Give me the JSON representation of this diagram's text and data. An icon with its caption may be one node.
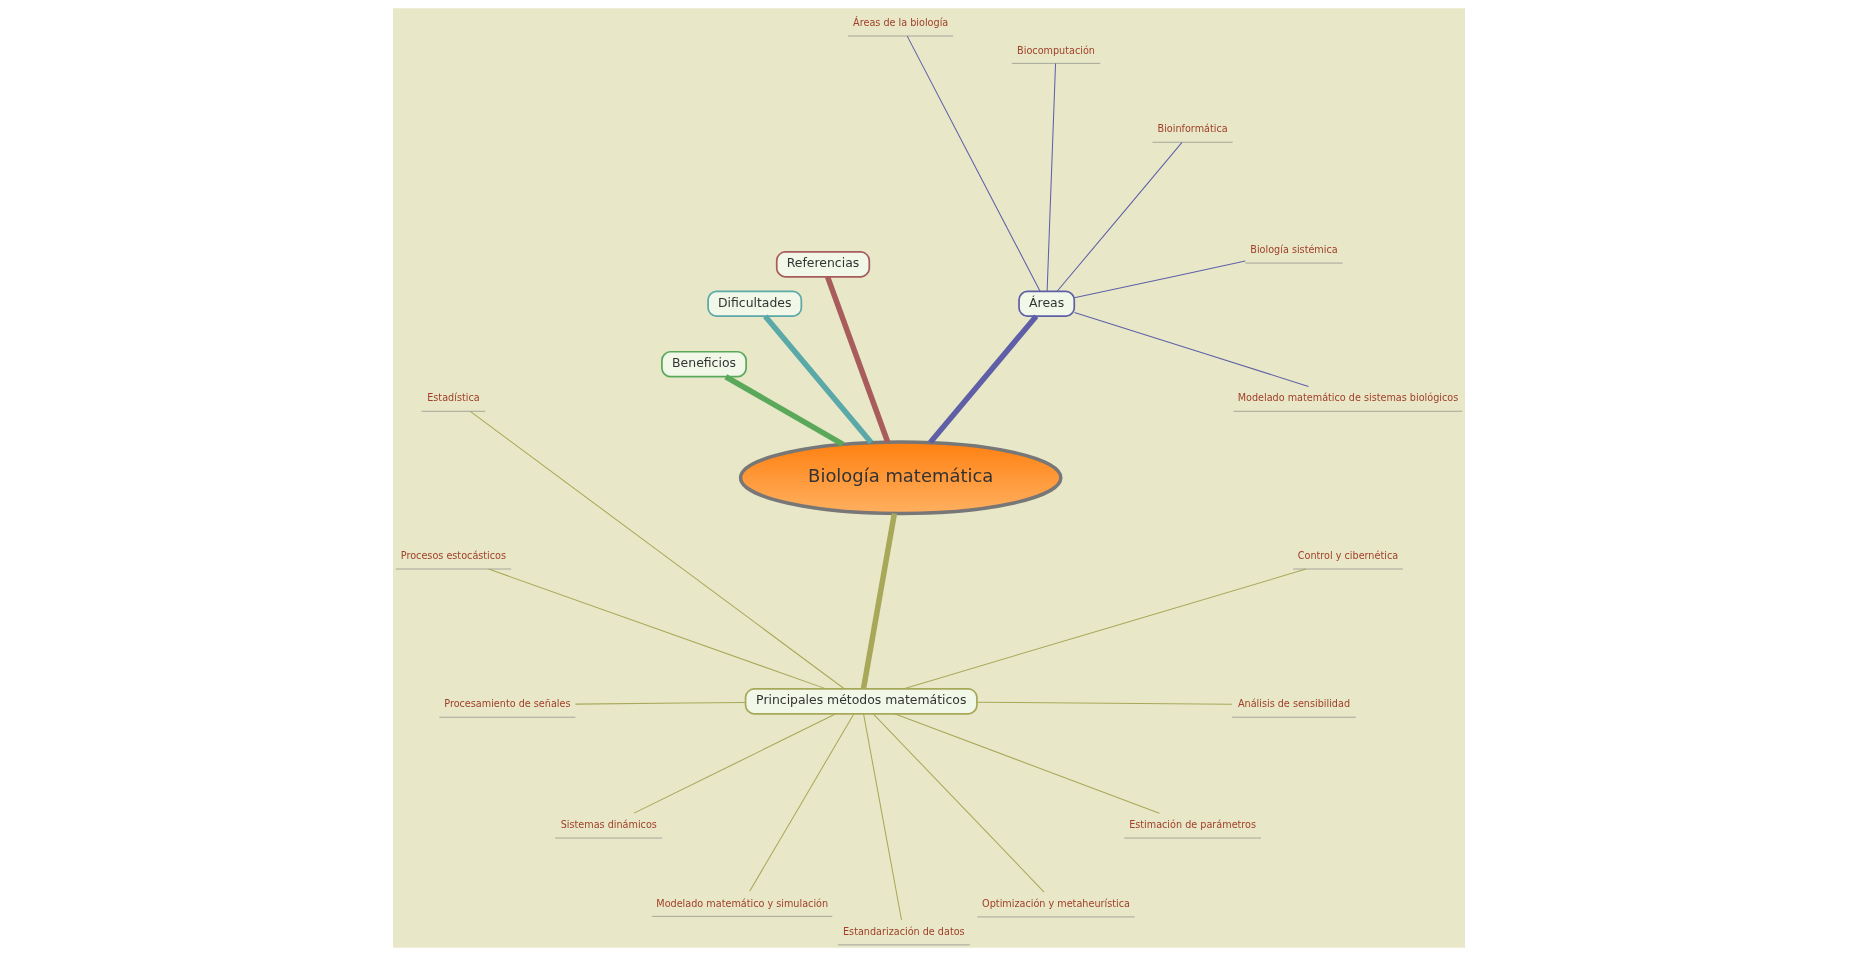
{
  "diagram": {
    "nodes": [
      {
        "text": [
          "Biología matemática"
        ]
      },
      {
        "text": [
          "Áreas"
        ]
      },
      {
        "text": [
          "Modelado matemático de sistemas biológicos"
        ]
      },
      {
        "text": [
          "Biología sistémica"
        ]
      },
      {
        "text": [
          "Bioinformática"
        ]
      },
      {
        "text": [
          "Biocomputación"
        ]
      },
      {
        "text": [
          "Áreas de la biología"
        ]
      },
      {
        "text": [
          "Referencias"
        ]
      },
      {
        "text": [
          "Dificultades"
        ]
      },
      {
        "text": [
          "Beneficios"
        ]
      },
      {
        "text": [
          "Principales métodos matemáticos"
        ]
      },
      {
        "text": [
          "Estadística"
        ]
      },
      {
        "text": [
          "Procesos estocásticos"
        ]
      },
      {
        "text": [
          "Procesamiento de señales"
        ]
      },
      {
        "text": [
          "Sistemas dinámicos"
        ]
      },
      {
        "text": [
          "Modelado matemático y simulación"
        ]
      },
      {
        "text": [
          "Estandarización de datos"
        ]
      },
      {
        "text": [
          "Optimización y metaheurística"
        ]
      },
      {
        "text": [
          "Estimación de parámetros"
        ]
      },
      {
        "text": [
          "Análisis de sensibilidad"
        ]
      },
      {
        "text": [
          "Control y cibernética"
        ]
      }
    ],
    "edges": [
      {
        "from": 0,
        "to": 1,
        "arrow": "none",
        "style": "thick",
        "color": "#5f5fa8"
      },
      {
        "from": 0,
        "to": 7,
        "arrow": "none",
        "style": "thick",
        "color": "#a85c5c"
      },
      {
        "from": 0,
        "to": 8,
        "arrow": "none",
        "style": "thick",
        "color": "#5aa8a8"
      },
      {
        "from": 0,
        "to": 9,
        "arrow": "none",
        "style": "thick",
        "color": "#5aa85a"
      },
      {
        "from": 0,
        "to": 10,
        "arrow": "none",
        "style": "thick",
        "color": "#a8a85a"
      },
      {
        "from": 1,
        "to": 2,
        "arrow": "none",
        "color": "#5f5fa8"
      },
      {
        "from": 1,
        "to": 3,
        "arrow": "none",
        "color": "#5f5fa8"
      },
      {
        "from": 1,
        "to": 4,
        "arrow": "none",
        "color": "#5f5fa8"
      },
      {
        "from": 1,
        "to": 5,
        "arrow": "none",
        "color": "#5f5fa8"
      },
      {
        "from": 1,
        "to": 6,
        "arrow": "none",
        "color": "#5f5fa8"
      },
      {
        "from": 10,
        "to": 11,
        "arrow": "none",
        "color": "#a8a85a"
      },
      {
        "from": 10,
        "to": 12,
        "arrow": "none",
        "color": "#a8a85a"
      },
      {
        "from": 10,
        "to": 13,
        "arrow": "none",
        "color": "#a8a85a"
      },
      {
        "from": 10,
        "to": 14,
        "arrow": "none",
        "color": "#a8a85a"
      },
      {
        "from": 10,
        "to": 15,
        "arrow": "none",
        "color": "#a8a85a"
      },
      {
        "from": 10,
        "to": 16,
        "arrow": "none",
        "color": "#a8a85a"
      },
      {
        "from": 10,
        "to": 17,
        "arrow": "none",
        "color": "#a8a85a"
      },
      {
        "from": 10,
        "to": 18,
        "arrow": "none",
        "color": "#a8a85a"
      },
      {
        "from": 10,
        "to": 19,
        "arrow": "none",
        "color": "#a8a85a"
      },
      {
        "from": 10,
        "to": 20,
        "arrow": "none",
        "color": "#a8a85a"
      }
    ]
  }
}
